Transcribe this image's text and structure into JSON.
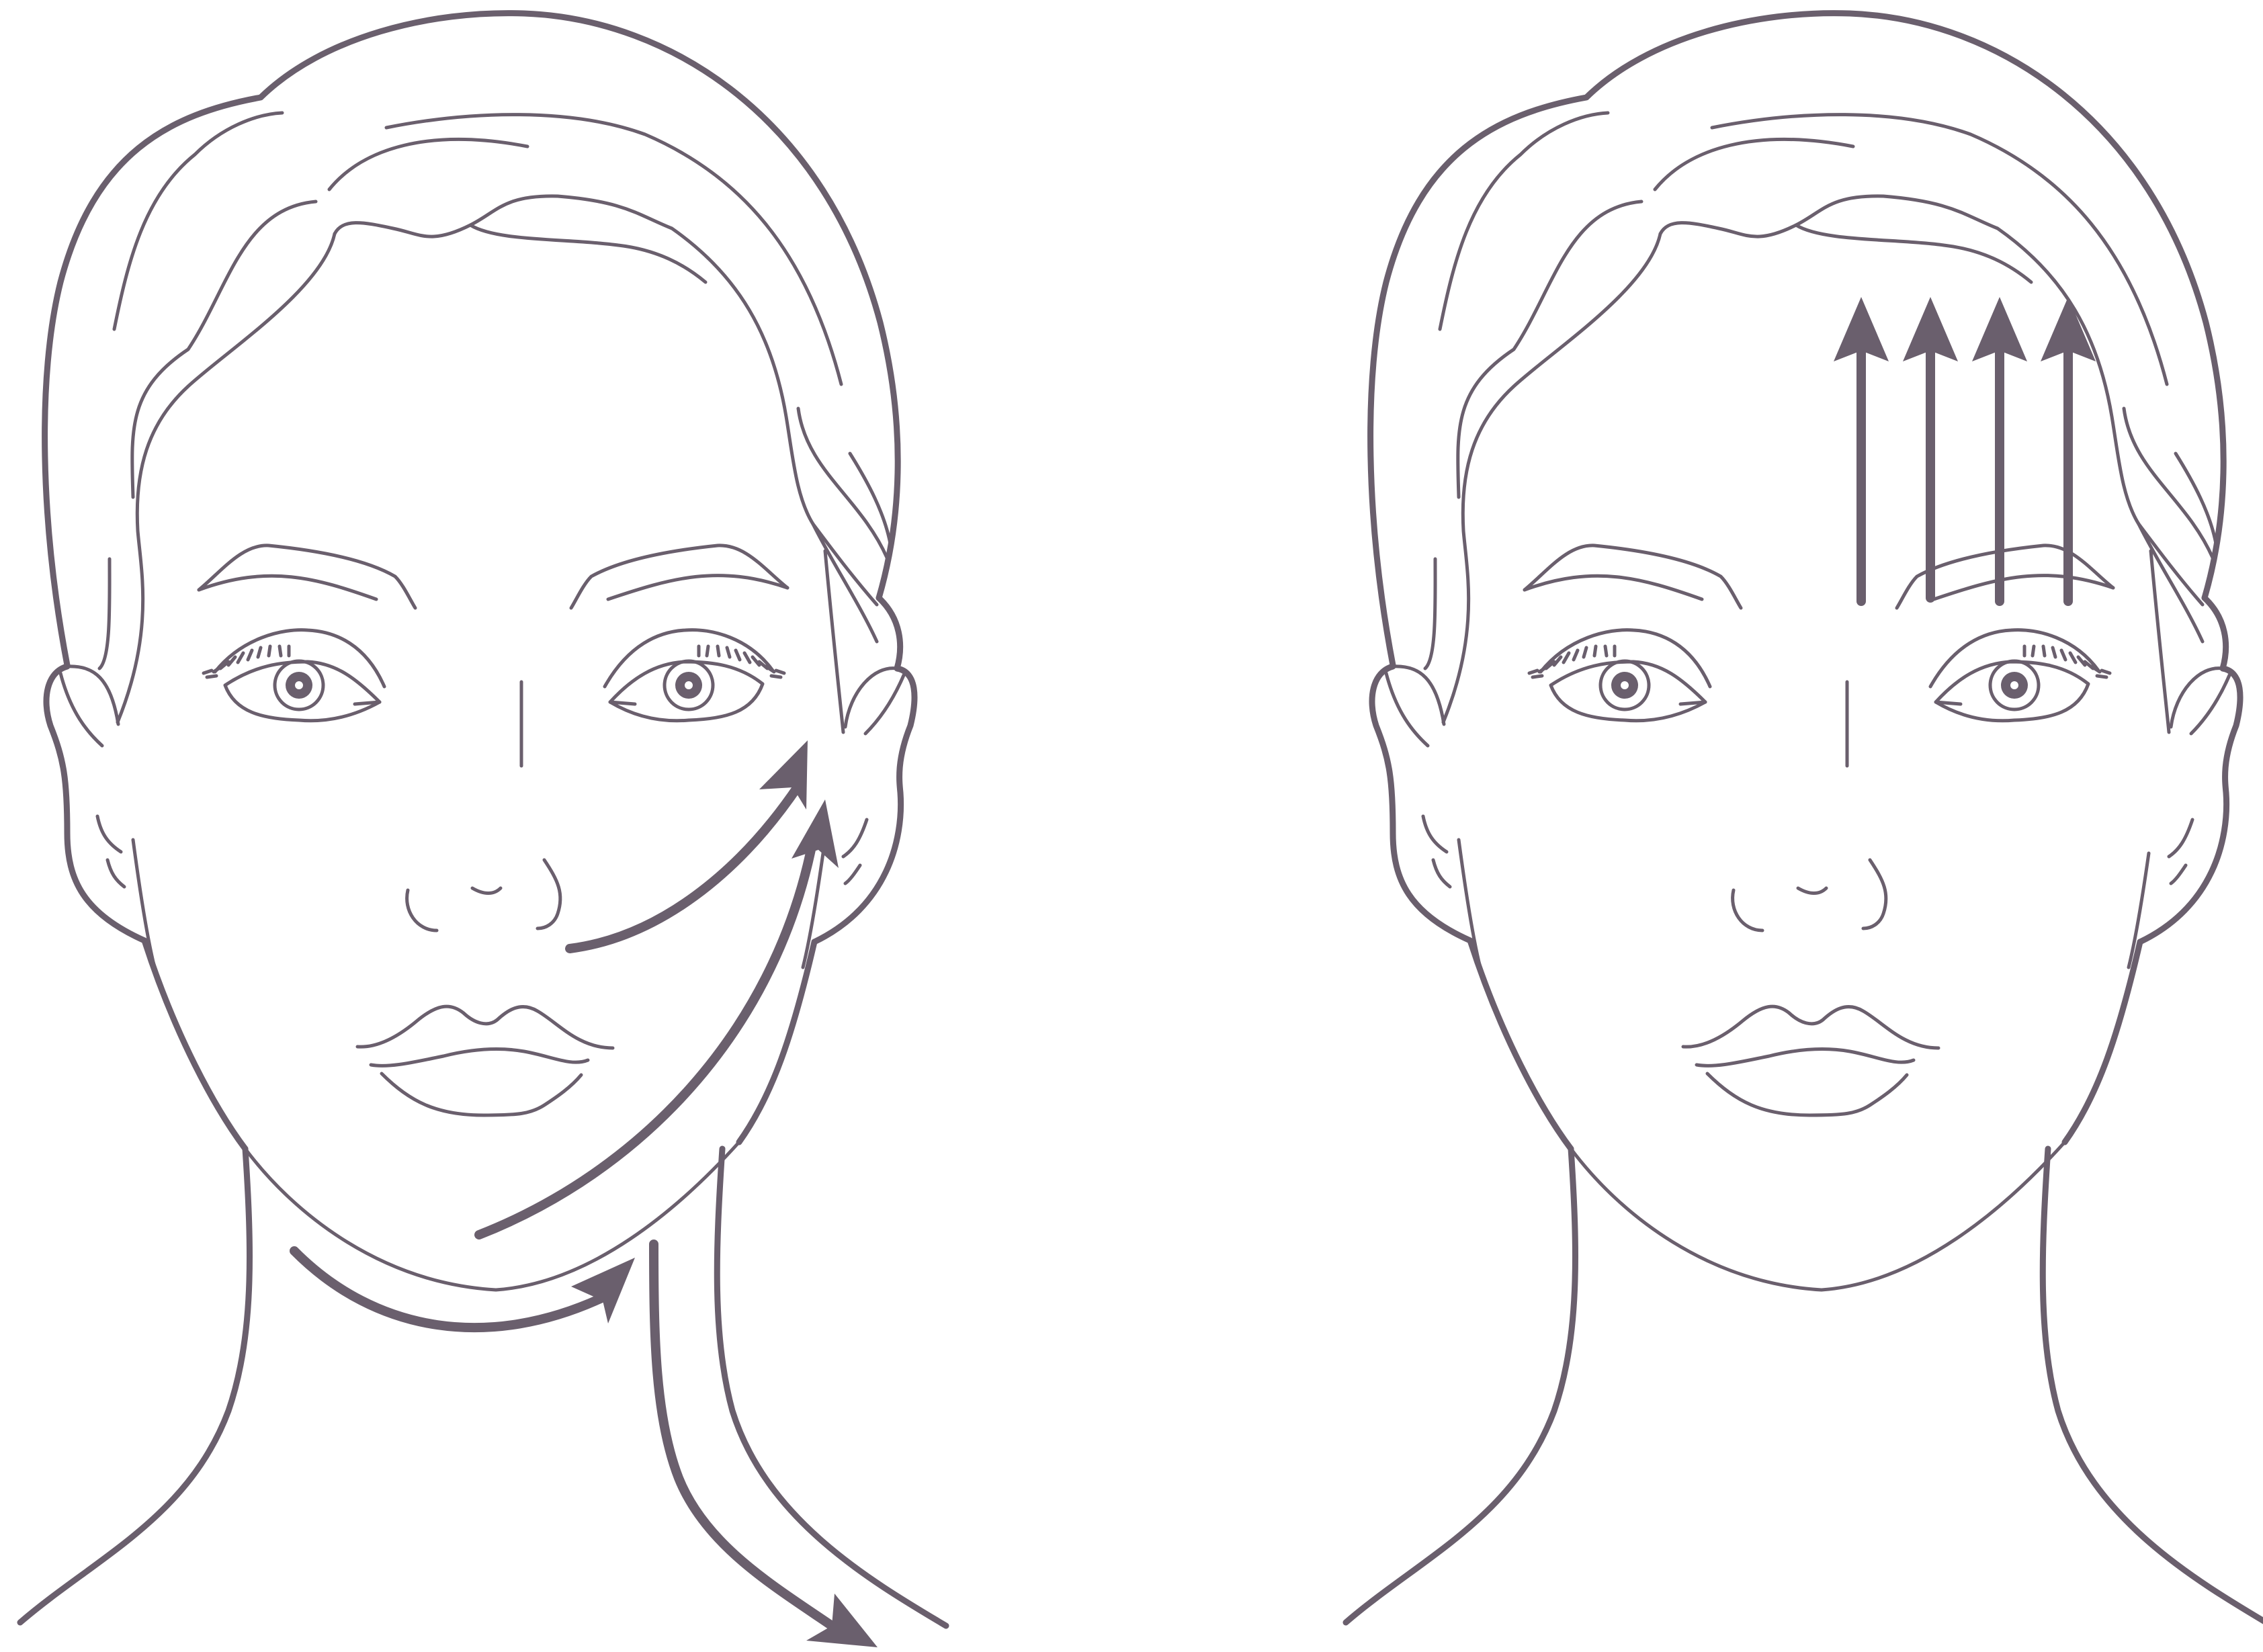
{
  "colors": {
    "ink": "#6a5f6d",
    "background": "#ffffff"
  },
  "figures": [
    {
      "id": "face-left",
      "description_icon": "face-outline",
      "arrows": [
        "cheek-upward-arrow",
        "jaw-upward-arrow",
        "under-chin-arrow",
        "neck-downward-arrow"
      ]
    },
    {
      "id": "face-right",
      "description_icon": "face-outline",
      "arrows": [
        "forehead-up-arrow-1",
        "forehead-up-arrow-2",
        "forehead-up-arrow-3",
        "forehead-up-arrow-4"
      ]
    }
  ]
}
